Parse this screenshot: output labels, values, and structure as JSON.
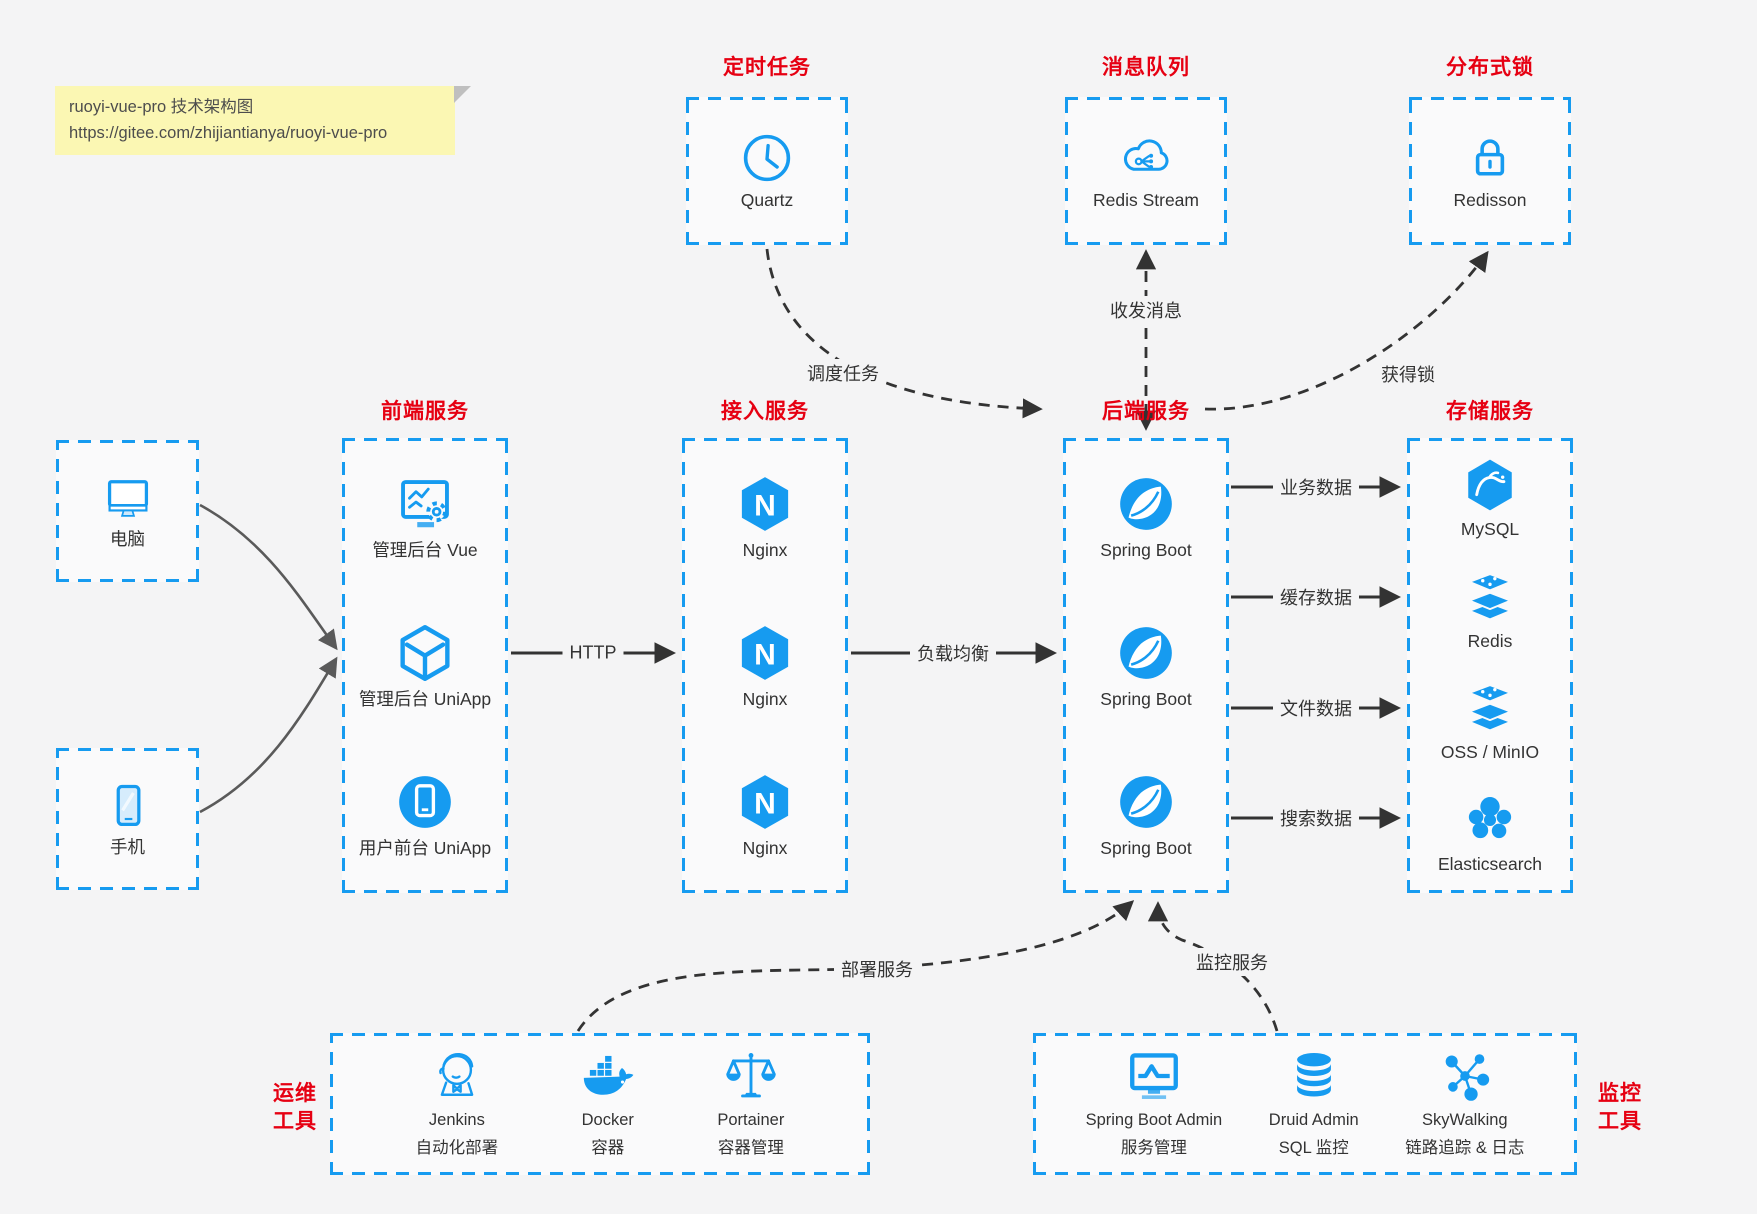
{
  "colors": {
    "accent": "#169BF0",
    "title_red": "#E60012",
    "background": "#F4F4F5",
    "text": "#333333",
    "note_bg": "#FBF7B3"
  },
  "note": {
    "line1": "ruoyi-vue-pro 技术架构图",
    "line2": "https://gitee.com/zhijiantianya/ruoyi-vue-pro"
  },
  "top_services": [
    {
      "title": "定时任务",
      "icon": "clock-icon",
      "label": "Quartz"
    },
    {
      "title": "消息队列",
      "icon": "cloud-message-icon",
      "label": "Redis Stream"
    },
    {
      "title": "分布式锁",
      "icon": "lock-icon",
      "label": "Redisson"
    }
  ],
  "clients": [
    {
      "icon": "desktop-icon",
      "label": "电脑"
    },
    {
      "icon": "mobile-icon",
      "label": "手机"
    }
  ],
  "columns": [
    {
      "title": "前端服务",
      "items": [
        {
          "icon": "admin-vue-icon",
          "label": "管理后台 Vue"
        },
        {
          "icon": "uniapp-cube-icon",
          "label": "管理后台 UniApp"
        },
        {
          "icon": "user-app-icon",
          "label": "用户前台 UniApp"
        }
      ]
    },
    {
      "title": "接入服务",
      "items": [
        {
          "icon": "nginx-icon",
          "label": "Nginx"
        },
        {
          "icon": "nginx-icon",
          "label": "Nginx"
        },
        {
          "icon": "nginx-icon",
          "label": "Nginx"
        }
      ]
    },
    {
      "title": "后端服务",
      "items": [
        {
          "icon": "spring-boot-icon",
          "label": "Spring Boot"
        },
        {
          "icon": "spring-boot-icon",
          "label": "Spring Boot"
        },
        {
          "icon": "spring-boot-icon",
          "label": "Spring Boot"
        }
      ]
    },
    {
      "title": "存储服务",
      "items": [
        {
          "icon": "mysql-icon",
          "label": "MySQL"
        },
        {
          "icon": "redis-icon",
          "label": "Redis"
        },
        {
          "icon": "oss-minio-icon",
          "label": "OSS / MinIO"
        },
        {
          "icon": "elasticsearch-icon",
          "label": "Elasticsearch"
        }
      ]
    }
  ],
  "edges": {
    "http": "HTTP",
    "load_balance": "负载均衡",
    "business_data": "业务数据",
    "cache_data": "缓存数据",
    "file_data": "文件数据",
    "search_data": "搜索数据",
    "schedule_task": "调度任务",
    "send_receive_message": "收发消息",
    "acquire_lock": "获得锁",
    "deploy_service": "部署服务",
    "monitor_service": "监控服务"
  },
  "bottom_groups": [
    {
      "title_line1": "运维",
      "title_line2": "工具",
      "items": [
        {
          "icon": "jenkins-icon",
          "line1": "Jenkins",
          "line2": "自动化部署"
        },
        {
          "icon": "docker-icon",
          "line1": "Docker",
          "line2": "容器"
        },
        {
          "icon": "portainer-icon",
          "line1": "Portainer",
          "line2": "容器管理"
        }
      ]
    },
    {
      "title_line1": "监控",
      "title_line2": "工具",
      "items": [
        {
          "icon": "spring-boot-admin-icon",
          "line1": "Spring Boot Admin",
          "line2": "服务管理"
        },
        {
          "icon": "druid-icon",
          "line1": "Druid Admin",
          "line2": "SQL 监控"
        },
        {
          "icon": "skywalking-icon",
          "line1": "SkyWalking",
          "line2": "链路追踪 & 日志"
        }
      ]
    }
  ]
}
